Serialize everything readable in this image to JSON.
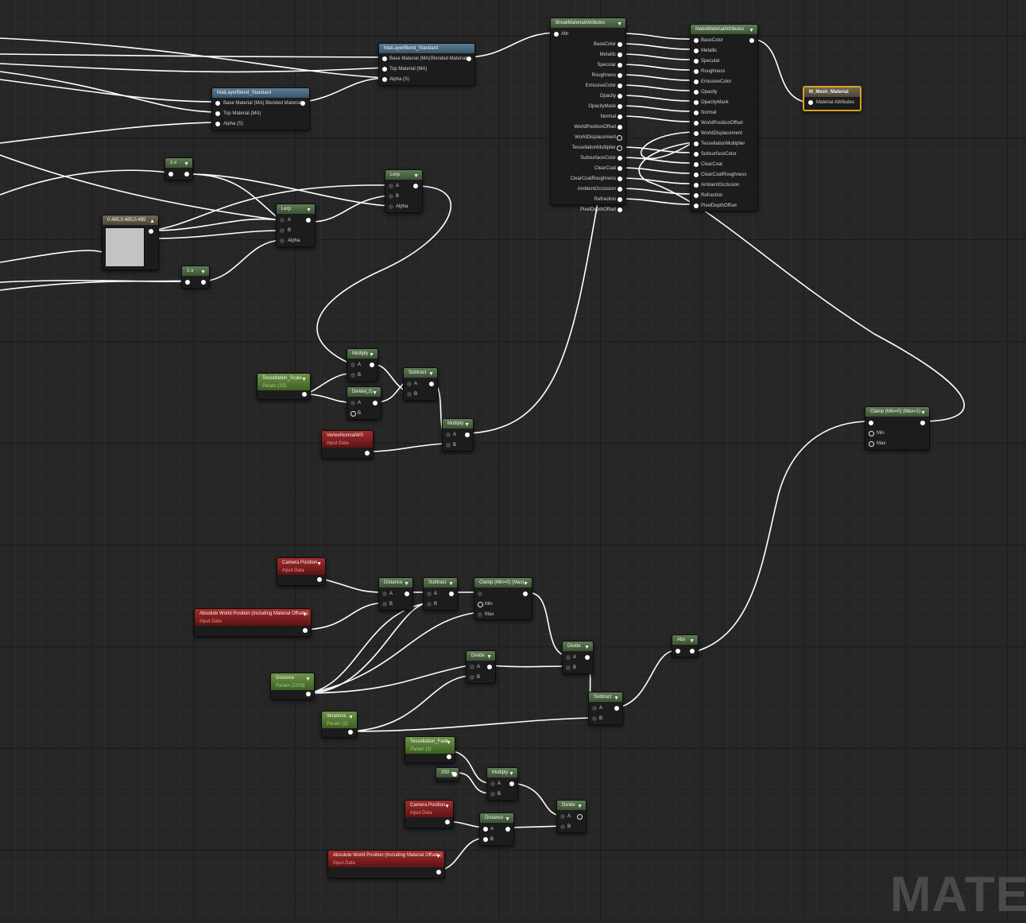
{
  "window": {
    "watermark": "MATER"
  },
  "nodes": {
    "matlayer_top": {
      "title": "MatLayerBlend_Standard",
      "inputs": [
        "Base Material (MA)",
        "Top Material (MA)",
        "Alpha (S)"
      ],
      "output": "Blended Material"
    },
    "matlayer_left": {
      "title": "MatLayerBlend_Standard",
      "inputs": [
        "Base Material (MA)",
        "Top Material (MA)",
        "Alpha (S)"
      ],
      "output": "Blended Material"
    },
    "break_attr": {
      "title": "BreakMaterialAttributes",
      "input": "Attr",
      "outputs": [
        "BaseColor",
        "Metallic",
        "Specular",
        "Roughness",
        "EmissiveColor",
        "Opacity",
        "OpacityMask",
        "Normal",
        "WorldPositionOffset",
        "WorldDisplacement",
        "TessellationMultiplier",
        "SubsurfaceColor",
        "ClearCoat",
        "ClearCoatRoughness",
        "AmbientOcclusion",
        "Refraction",
        "PixelDepthOffset"
      ]
    },
    "make_attr": {
      "title": "MakeMaterialAttributes",
      "inputs": [
        "BaseColor",
        "Metallic",
        "Specular",
        "Roughness",
        "EmissiveColor",
        "Opacity",
        "OpacityMask",
        "Normal",
        "WorldPositionOffset",
        "WorldDisplacement",
        "TessellationMultiplier",
        "SubsurfaceColor",
        "ClearCoat",
        "ClearCoatRoughness",
        "AmbientOcclusion",
        "Refraction",
        "PixelDepthOffset"
      ]
    },
    "mesh_material": {
      "title": "M_Mesh_Material",
      "input": "Material Attributes"
    },
    "one_minus_a": {
      "title": "1-x"
    },
    "one_minus_b": {
      "title": "1-x"
    },
    "const_color": {
      "title": "0.485,0.485,0.485"
    },
    "lerp_a": {
      "title": "Lerp",
      "inputs": [
        "A",
        "B",
        "Alpha"
      ]
    },
    "lerp_b": {
      "title": "Lerp",
      "inputs": [
        "A",
        "B",
        "Alpha"
      ]
    },
    "multiply_a": {
      "title": "Multiply",
      "inputs": [
        "A",
        "B"
      ]
    },
    "divide_2": {
      "title": "Divide(,2)",
      "inputs": [
        "A",
        "B"
      ]
    },
    "subtract_a": {
      "title": "Subtract",
      "inputs": [
        "A",
        "B"
      ]
    },
    "multiply_b": {
      "title": "Multiply",
      "inputs": [
        "A",
        "B"
      ]
    },
    "tess_scale": {
      "title": "Tessellation_Scale",
      "subtitle": "Param (15)"
    },
    "vertex_normal": {
      "title": "VertexNormalWS",
      "subtitle": "Input Data"
    },
    "clamp_top": {
      "title": "Clamp (Min=0) (Max=1)",
      "inputs": [
        "Min",
        "Max"
      ]
    },
    "camera_pos_a": {
      "title": "Camera Position",
      "subtitle": "Input Data"
    },
    "abs_world_a": {
      "title": "Absolute World Position (Including Material Offsets)",
      "subtitle": "Input Data"
    },
    "distance_a": {
      "title": "Distance",
      "inputs": [
        "A",
        "B"
      ]
    },
    "subtract_b": {
      "title": "Subtract",
      "inputs": [
        "A",
        "B"
      ]
    },
    "clamp_b": {
      "title": "Clamp (Min=0) (Max)",
      "inputs": [
        "Min",
        "Max"
      ]
    },
    "distance_param": {
      "title": "Distance",
      "subtitle": "Param (1200)"
    },
    "divide_a": {
      "title": "Divide",
      "inputs": [
        "A",
        "B"
      ]
    },
    "divide_b": {
      "title": "Divide",
      "inputs": [
        "A",
        "B"
      ]
    },
    "iterations": {
      "title": "Iterations",
      "subtitle": "Param (2)"
    },
    "subtract_c": {
      "title": "Subtract",
      "inputs": [
        "A",
        "B"
      ]
    },
    "abs": {
      "title": "Abs"
    },
    "tess_fade": {
      "title": "Tessellation_Fade",
      "subtitle": "Param (1)"
    },
    "const_250": {
      "title": "250"
    },
    "multiply_c": {
      "title": "Multiply",
      "inputs": [
        "A",
        "B"
      ]
    },
    "camera_pos_b": {
      "title": "Camera Position",
      "subtitle": "Input Data"
    },
    "distance_b": {
      "title": "Distance",
      "inputs": [
        "A",
        "B"
      ]
    },
    "divide_c": {
      "title": "Divide",
      "inputs": [
        "A",
        "B"
      ]
    },
    "abs_world_b": {
      "title": "Absolute World Position (Including Material Offsets)",
      "subtitle": "Input Data"
    }
  },
  "colors": {
    "background": "#262626",
    "wire": "#ffffff",
    "result_border": "#e0a020"
  }
}
